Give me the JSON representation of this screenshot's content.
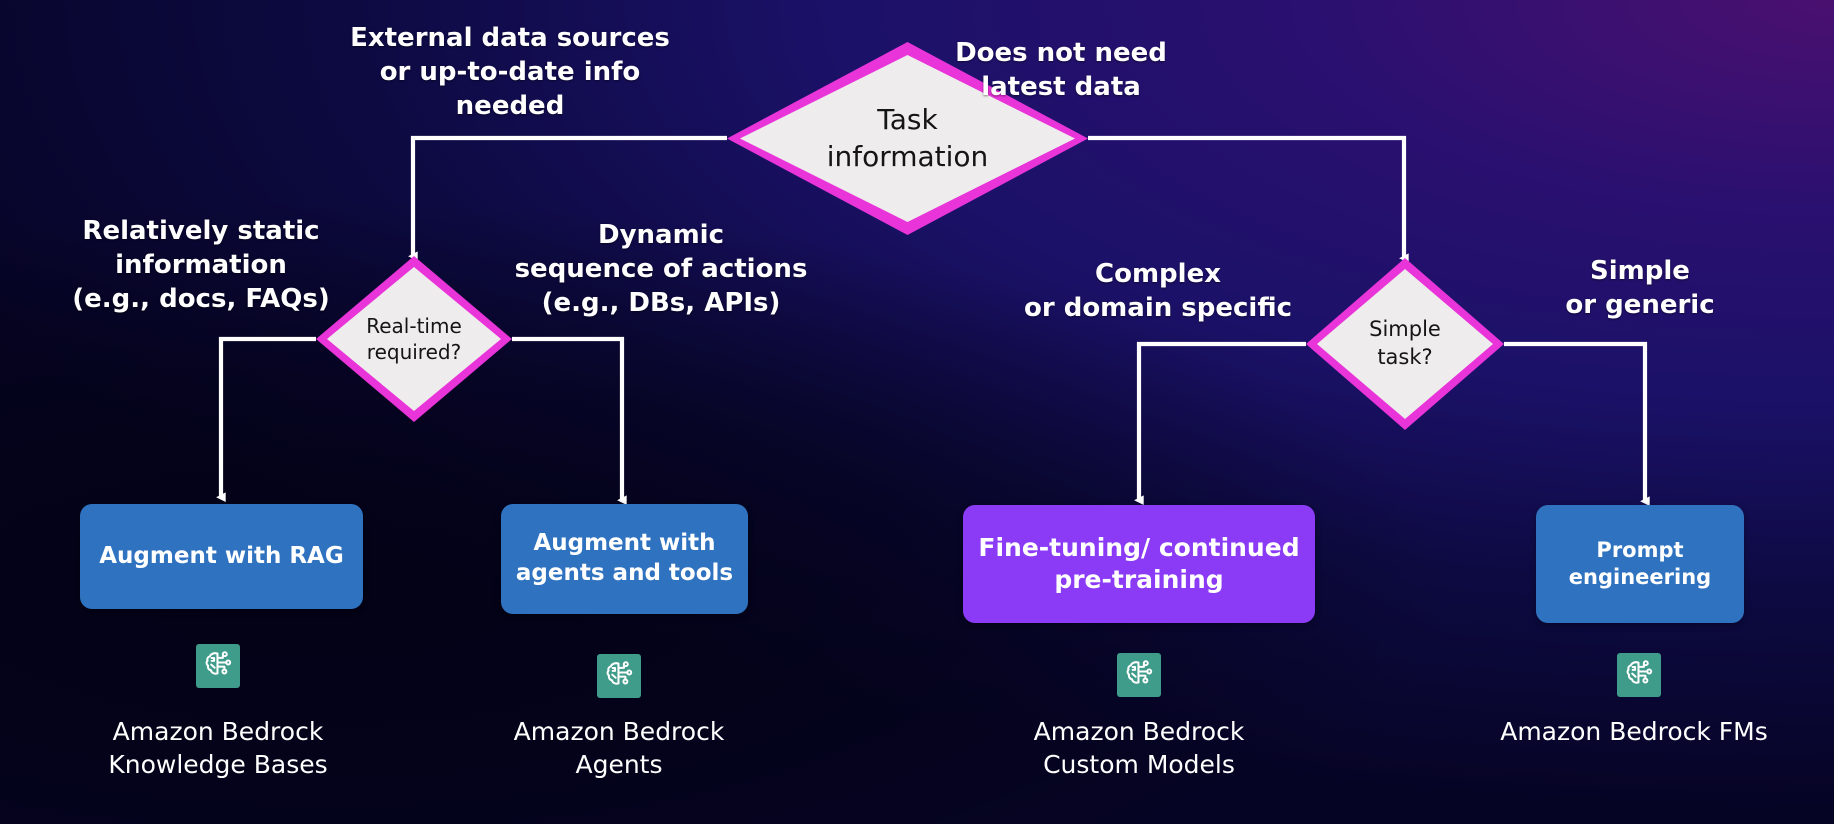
{
  "diagram": {
    "title": "Amazon Bedrock customization decision flow",
    "colors": {
      "diamond_border": "#e834d8",
      "diamond_fill": "#eeecec",
      "box_blue": "#2f72c0",
      "box_purple": "#8b3bf5",
      "icon_teal": "#3f9b8a",
      "edge": "#ffffff",
      "text_light": "#ffffff"
    },
    "decisions": [
      {
        "id": "task-information",
        "line1": "Task",
        "line2": "information"
      },
      {
        "id": "real-time-required",
        "line1": "Real-time",
        "line2": "required?"
      },
      {
        "id": "simple-task",
        "line1": "Simple",
        "line2": "task?"
      }
    ],
    "edge_labels": [
      {
        "id": "external-data-sources",
        "line1": "External data sources",
        "line2": "or up-to-date info needed"
      },
      {
        "id": "does-not-need-latest-data",
        "line1": "Does not need",
        "line2": "latest data"
      },
      {
        "id": "relatively-static-information",
        "line1": "Relatively static",
        "line2": "information",
        "line3": "(e.g., docs, FAQs)"
      },
      {
        "id": "dynamic-sequence-of-actions",
        "line1": "Dynamic",
        "line2": "sequence of actions",
        "line3": "(e.g., DBs, APIs)"
      },
      {
        "id": "complex-or-domain-specific",
        "line1": "Complex",
        "line2": "or domain specific"
      },
      {
        "id": "simple-or-generic",
        "line1": "Simple",
        "line2": "or generic"
      }
    ],
    "outcomes": [
      {
        "id": "augment-with-rag",
        "line1": "Augment with RAG",
        "line2": "",
        "color": "#2f72c0",
        "icon": "bedrock-brain-circuit-icon",
        "caption_line1": "Amazon Bedrock",
        "caption_line2": "Knowledge Bases"
      },
      {
        "id": "augment-with-agents-and-tools",
        "line1": "Augment with",
        "line2": "agents and tools",
        "color": "#2f72c0",
        "icon": "bedrock-brain-circuit-icon",
        "caption_line1": "Amazon Bedrock",
        "caption_line2": "Agents"
      },
      {
        "id": "fine-tuning-continued-pre-training",
        "line1": "Fine-tuning/ continued",
        "line2": "pre-training",
        "color": "#8b3bf5",
        "icon": "bedrock-brain-circuit-icon",
        "caption_line1": "Amazon Bedrock",
        "caption_line2": "Custom Models"
      },
      {
        "id": "prompt-engineering",
        "line1": "Prompt",
        "line2": "engineering",
        "color": "#2f72c0",
        "icon": "bedrock-brain-circuit-icon",
        "caption_line1": "Amazon Bedrock FMs",
        "caption_line2": ""
      }
    ]
  }
}
